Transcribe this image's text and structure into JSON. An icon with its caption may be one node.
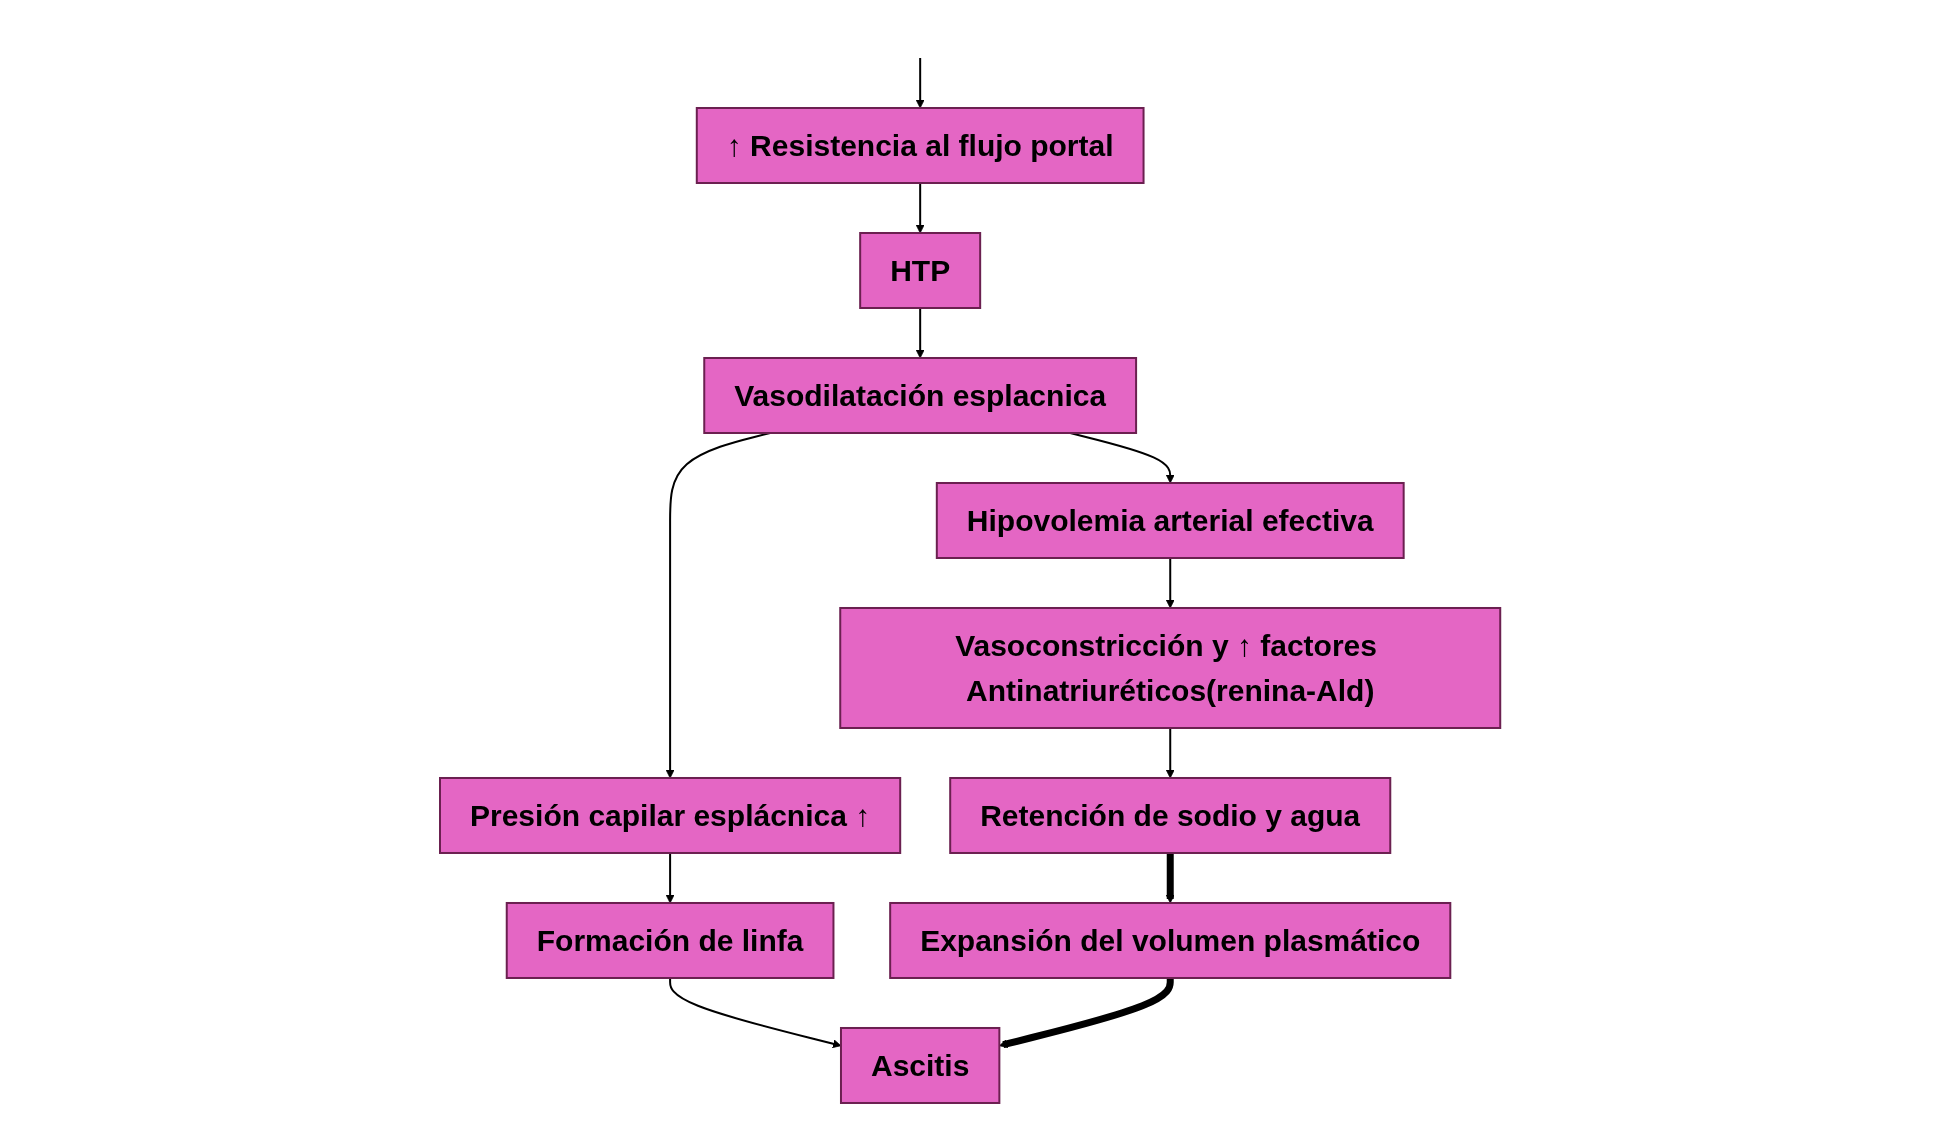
{
  "diagram": {
    "nodes": [
      {
        "text": [
          "↑ Resistencia al flujo portal"
        ]
      },
      {
        "text": [
          "HTP"
        ]
      },
      {
        "text": [
          "Vasodilatación esplacnica"
        ]
      },
      {
        "text": [
          "Hipovolemia arterial efectiva"
        ]
      },
      {
        "text": [
          "Presión capilar esplácnica ↑"
        ]
      },
      {
        "text": [
          "Vasoconstricción y ↑ factores Antinatriuréticos(renina-Ald)"
        ]
      },
      {
        "text": [
          "Formación de linfa"
        ]
      },
      {
        "text": [
          "Retención de sodio y agua"
        ]
      },
      {
        "text": [
          "Ascitis"
        ]
      },
      {
        "text": [
          "Expansión del volumen plasmático"
        ]
      }
    ],
    "edges": [
      {
        "from": null,
        "to": 0,
        "arrow": "to"
      },
      {
        "from": 0,
        "to": 1,
        "arrow": "to"
      },
      {
        "from": 1,
        "to": 2,
        "arrow": "to"
      },
      {
        "from": 2,
        "to": 3,
        "arrow": "to"
      },
      {
        "from": 2,
        "to": 4,
        "arrow": "to"
      },
      {
        "from": 3,
        "to": 5,
        "arrow": "to"
      },
      {
        "from": 4,
        "to": 6,
        "arrow": "to"
      },
      {
        "from": 5,
        "to": 7,
        "arrow": "to"
      },
      {
        "from": 6,
        "to": 8,
        "arrow": "to"
      },
      {
        "from": 7,
        "to": 9,
        "arrow": "to",
        "style": "thick"
      },
      {
        "from": 9,
        "to": 8,
        "arrow": "to",
        "style": "thick"
      }
    ]
  }
}
